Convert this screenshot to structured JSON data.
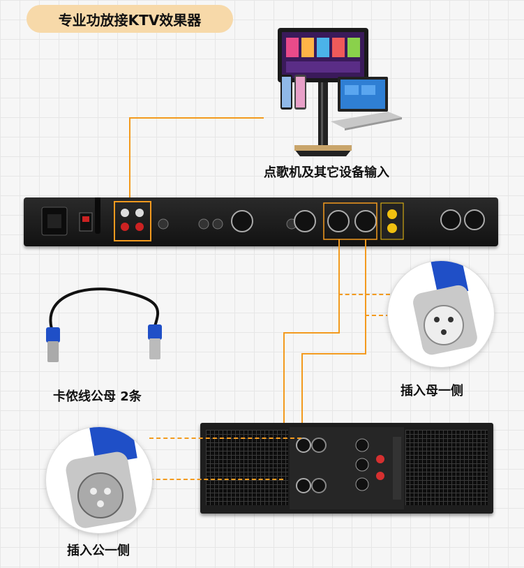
{
  "title": "专业功放接KTV效果器",
  "captions": {
    "input_devices": "点歌机及其它设备输入",
    "cables": "卡侬线公母 2条",
    "female_side": "插入母一侧",
    "male_side": "插入公一侧"
  },
  "colors": {
    "wire": "#f39a1e",
    "pill": "#f7d9a9",
    "connector_blue": "#1f4fc7"
  },
  "icons": [
    "ktv-jukebox-icon",
    "smartphone-icon",
    "laptop-icon",
    "xlr-cable-icon",
    "xlr-female-connector-icon",
    "xlr-male-connector-icon"
  ]
}
